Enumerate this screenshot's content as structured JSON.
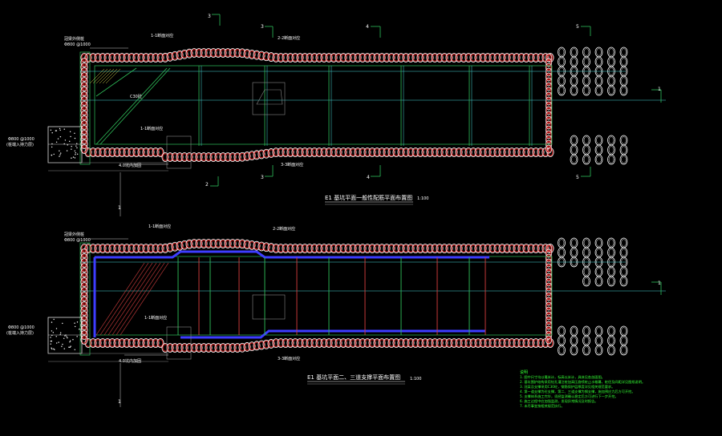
{
  "plan1": {
    "title": "E1 基坑平面一般性配筋平面布置图",
    "scale": "1:100",
    "labels": {
      "left_top": "冠梁外侧桩",
      "left_top2": "Φ800 @1000",
      "top_mid": "1-1断面对应",
      "top_right": "2-2断面对应",
      "left_mid_a": "Φ800 @1000",
      "left_mid_b": "(桩端入持力层)",
      "inner_a": "C30砼",
      "inner_b": "1-1断面对应",
      "bottom": "4.0坑内加固",
      "bottom_right": "3-3断面对应"
    },
    "sections": [
      "3",
      "3",
      "4",
      "5",
      "1",
      "2",
      "3",
      "4",
      "5",
      "1"
    ]
  },
  "plan2": {
    "title": "E1 基坑平面二、三道支撑平面布置图",
    "scale": "1:100",
    "labels": {
      "left_top": "冠梁外侧桩",
      "left_top2": "Φ800 @1000",
      "top_mid": "1-1断面对应",
      "top_right": "2-2断面对应",
      "left_mid_a": "Φ800 @1000",
      "left_mid_b": "(桩端入持力层)",
      "inner": "1-1断面对应",
      "bottom": "4.0坑内加固",
      "bottom_right": "3-3断面对应"
    },
    "sections": [
      "1",
      "1"
    ]
  },
  "notes": {
    "heading": "说明",
    "lines": [
      "1. 图中尺寸均以毫米计，标高以米计，具体见各剖面图。",
      "2. 基坑围护结构采用钻孔灌注桩加高压旋喷桩止水帷幕，桩径及间距详见图纸说明。",
      "3. 冠梁及支撑采用C30砼，钢筋保护层厚度详见相关规范要求。",
      "4. 第一道支撑为砼支撑，第二、三道支撑为钢支撑，施加预应力后方可开挖。",
      "5. 支撑体系施工完毕，须经监测确认稳定后方可进行下一步开挖。",
      "6. 施工过程中应加强监测，发现异常情况及时报告。",
      "7. 未尽事宜按相关规范执行。"
    ]
  },
  "colors": {
    "pile": "#c81e1e",
    "pile_outline": "#ffffff",
    "cap_beam": "#3d3dff",
    "strut_green": "#2fbf5a",
    "strut_cyan": "#46d6d6",
    "note_green": "#33ff33"
  }
}
